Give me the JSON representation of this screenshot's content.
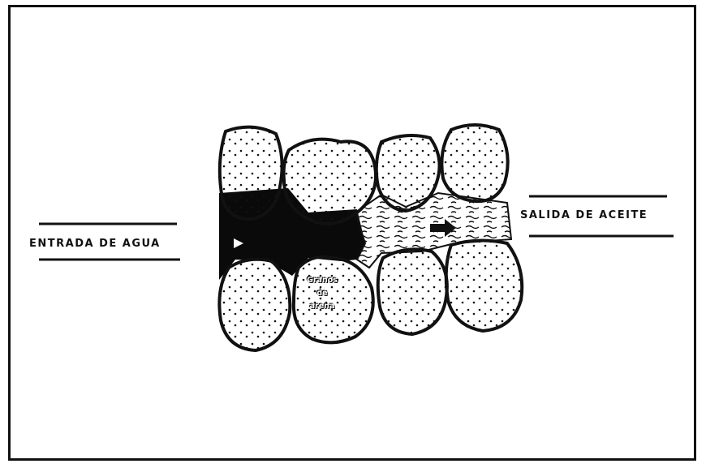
{
  "diagram": {
    "inlet_label": "ENTRADA DE AGUA",
    "outlet_label": "SALIDA DE ACEITE",
    "grain_label_lines": [
      "Granos",
      "de",
      "arena"
    ]
  }
}
